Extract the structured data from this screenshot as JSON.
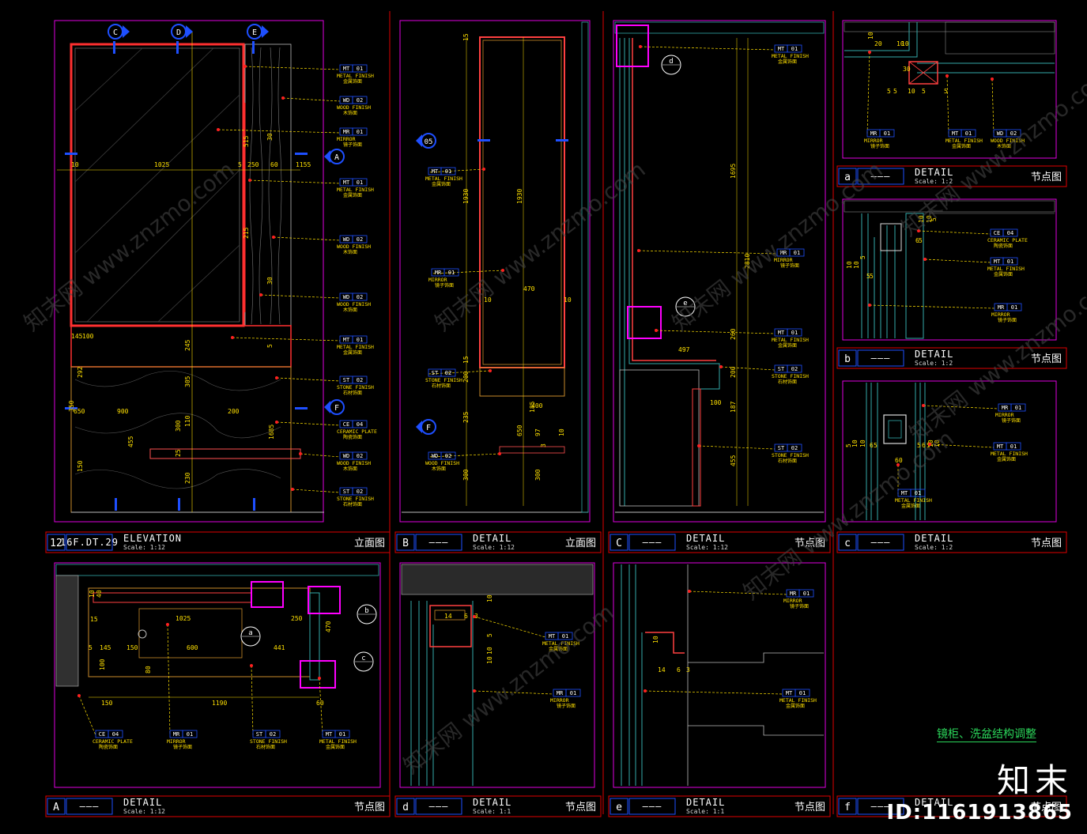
{
  "panels": [
    {
      "id": "12",
      "ref": "16F.DT.29",
      "title": "ELEVATION",
      "scale": "Scale: 1:12",
      "cn": "立面图"
    },
    {
      "id": "B",
      "ref": "———",
      "title": "DETAIL",
      "scale": "Scale: 1:12",
      "cn": "立面图"
    },
    {
      "id": "C",
      "ref": "———",
      "title": "DETAIL",
      "scale": "Scale: 1:12",
      "cn": "节点图"
    },
    {
      "id": "c",
      "ref": "———",
      "title": "DETAIL",
      "scale": "Scale: 1:2",
      "cn": "节点图"
    },
    {
      "id": "a",
      "ref": "———",
      "title": "DETAIL",
      "scale": "Scale: 1:2",
      "cn": "节点图"
    },
    {
      "id": "b",
      "ref": "———",
      "title": "DETAIL",
      "scale": "Scale: 1:2",
      "cn": "节点图"
    },
    {
      "id": "A",
      "ref": "———",
      "title": "DETAIL",
      "scale": "Scale: 1:12",
      "cn": "节点图"
    },
    {
      "id": "d",
      "ref": "———",
      "title": "DETAIL",
      "scale": "Scale: 1:1",
      "cn": "节点图"
    },
    {
      "id": "e",
      "ref": "———",
      "title": "DETAIL",
      "scale": "Scale: 1:1",
      "cn": "节点图"
    },
    {
      "id": "f",
      "ref": "———",
      "title": "DETAIL",
      "scale": "",
      "cn": "节点图"
    }
  ],
  "materials": {
    "MT01": {
      "code": "MT",
      "num": "01",
      "name": "METAL FINISH",
      "cn": "金属饰面"
    },
    "WD02": {
      "code": "WD",
      "num": "02",
      "name": "WOOD FINISH",
      "cn": "木饰面"
    },
    "MR01": {
      "code": "MR",
      "num": "01",
      "name": "MIRROR",
      "cn": "镜子饰面"
    },
    "ST02": {
      "code": "ST",
      "num": "02",
      "name": "STONE FINISH",
      "cn": "石材饰面"
    },
    "CE04": {
      "code": "CE",
      "num": "04",
      "name": "CERAMIC PLATE",
      "cn": "陶瓷饰面"
    }
  },
  "callouts": {
    "C": "C",
    "D": "D",
    "E": "E",
    "A": "A",
    "F": "F",
    "n05": "05",
    "d": "d",
    "e": "e",
    "a": "a",
    "b": "b",
    "c": "c"
  },
  "dimensions": {
    "elev": [
      "1025",
      "10",
      "5",
      "250",
      "60",
      "1155",
      "30",
      "515",
      "30",
      "215",
      "245",
      "5",
      "145",
      "100",
      "292",
      "350",
      "900",
      "200",
      "305",
      "110",
      "455",
      "25",
      "150",
      "300",
      "650",
      "230",
      "1685"
    ],
    "b": [
      "15",
      "1930",
      "1930",
      "470",
      "10",
      "10",
      "15",
      "200",
      "400",
      "185",
      "235",
      "650",
      "97",
      "3",
      "10",
      "300",
      "300"
    ],
    "c": [
      "1695",
      "2810",
      "260",
      "200",
      "187",
      "455",
      "497",
      "100"
    ],
    "a": [
      "10",
      "20",
      "10",
      "10",
      "30",
      "5",
      "10",
      "5",
      "5",
      "5"
    ],
    "bb": [
      "10",
      "10",
      "5",
      "10",
      "10",
      "5",
      "5",
      "6",
      "5",
      "5"
    ],
    "cc": [
      "5",
      "10",
      "10",
      "6",
      "5",
      "60",
      "5",
      "6",
      "5",
      "10",
      "10"
    ],
    "A": [
      "1025",
      "10",
      "40",
      "250",
      "15",
      "5",
      "145",
      "150",
      "600",
      "441",
      "470",
      "100",
      "80",
      "150",
      "1190",
      "60"
    ],
    "d": [
      "14",
      "6",
      "3",
      "10",
      "5",
      "10",
      "10"
    ],
    "e": [
      "10",
      "14",
      "6",
      "3"
    ]
  },
  "watermark": {
    "site": "www.znzmo.com",
    "cn": "知末网"
  },
  "note": "镜柜、洗盆结构调整",
  "brand": {
    "logo": "知末",
    "id": "ID:1161913865"
  }
}
